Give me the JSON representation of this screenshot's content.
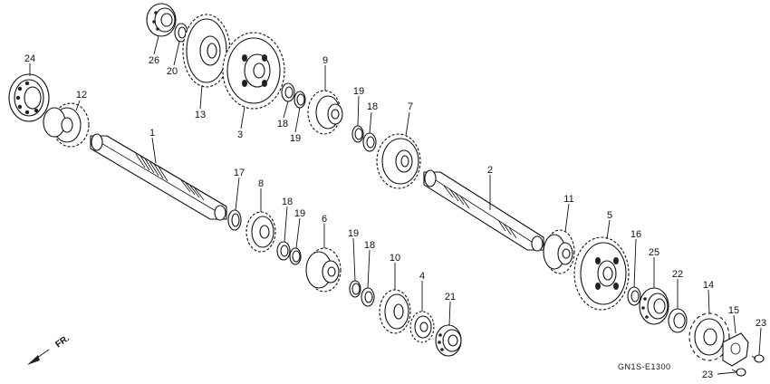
{
  "diagram": {
    "code": "GN1S-E1300",
    "direction_label": "FR.",
    "callouts": [
      {
        "id": "c24",
        "label": "24"
      },
      {
        "id": "c12",
        "label": "12"
      },
      {
        "id": "c26",
        "label": "26"
      },
      {
        "id": "c20",
        "label": "20"
      },
      {
        "id": "c13",
        "label": "13"
      },
      {
        "id": "c3",
        "label": "3"
      },
      {
        "id": "c9",
        "label": "9"
      },
      {
        "id": "c18a",
        "label": "18"
      },
      {
        "id": "c19a",
        "label": "19"
      },
      {
        "id": "c19b",
        "label": "19"
      },
      {
        "id": "c18b",
        "label": "18"
      },
      {
        "id": "c7",
        "label": "7"
      },
      {
        "id": "c1",
        "label": "1"
      },
      {
        "id": "c17",
        "label": "17"
      },
      {
        "id": "c8",
        "label": "8"
      },
      {
        "id": "c18c",
        "label": "18"
      },
      {
        "id": "c19c",
        "label": "19"
      },
      {
        "id": "c6",
        "label": "6"
      },
      {
        "id": "c19d",
        "label": "19"
      },
      {
        "id": "c18d",
        "label": "18"
      },
      {
        "id": "c10",
        "label": "10"
      },
      {
        "id": "c4",
        "label": "4"
      },
      {
        "id": "c21",
        "label": "21"
      },
      {
        "id": "c2",
        "label": "2"
      },
      {
        "id": "c11",
        "label": "11"
      },
      {
        "id": "c5",
        "label": "5"
      },
      {
        "id": "c16",
        "label": "16"
      },
      {
        "id": "c25",
        "label": "25"
      },
      {
        "id": "c22",
        "label": "22"
      },
      {
        "id": "c14",
        "label": "14"
      },
      {
        "id": "c15",
        "label": "15"
      },
      {
        "id": "c23a",
        "label": "23"
      },
      {
        "id": "c23b",
        "label": "23"
      }
    ]
  }
}
